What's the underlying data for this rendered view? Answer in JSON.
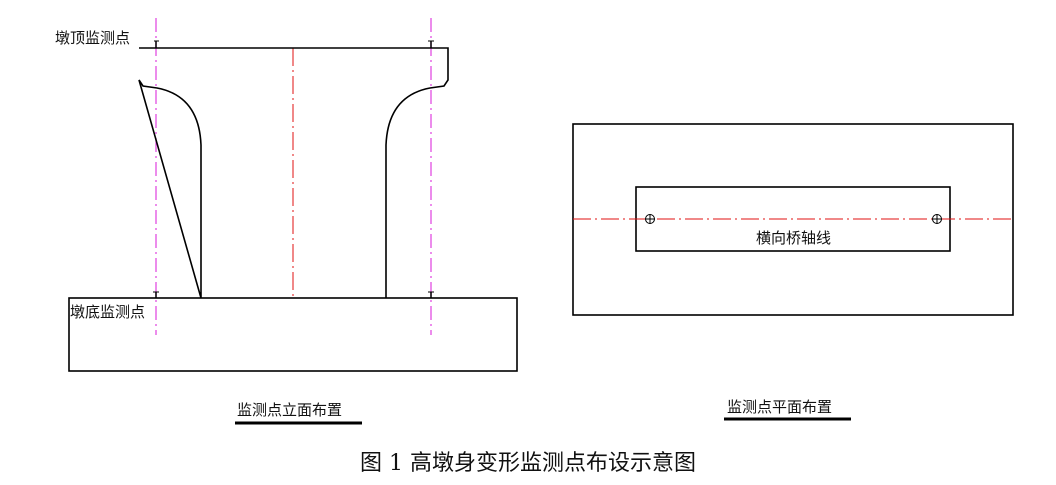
{
  "elevation": {
    "top_point_label": "墩顶监测点",
    "bottom_point_label": "墩底监测点",
    "title": "监测点立面布置"
  },
  "plan": {
    "axis_label": "横向桥轴线",
    "title": "监测点平面布置"
  },
  "figure_caption": "图 1 高墩身变形监测点布设示意图",
  "colors": {
    "outline": "#000000",
    "monitor_line": "#e040e0",
    "centerline": "#e01010"
  }
}
